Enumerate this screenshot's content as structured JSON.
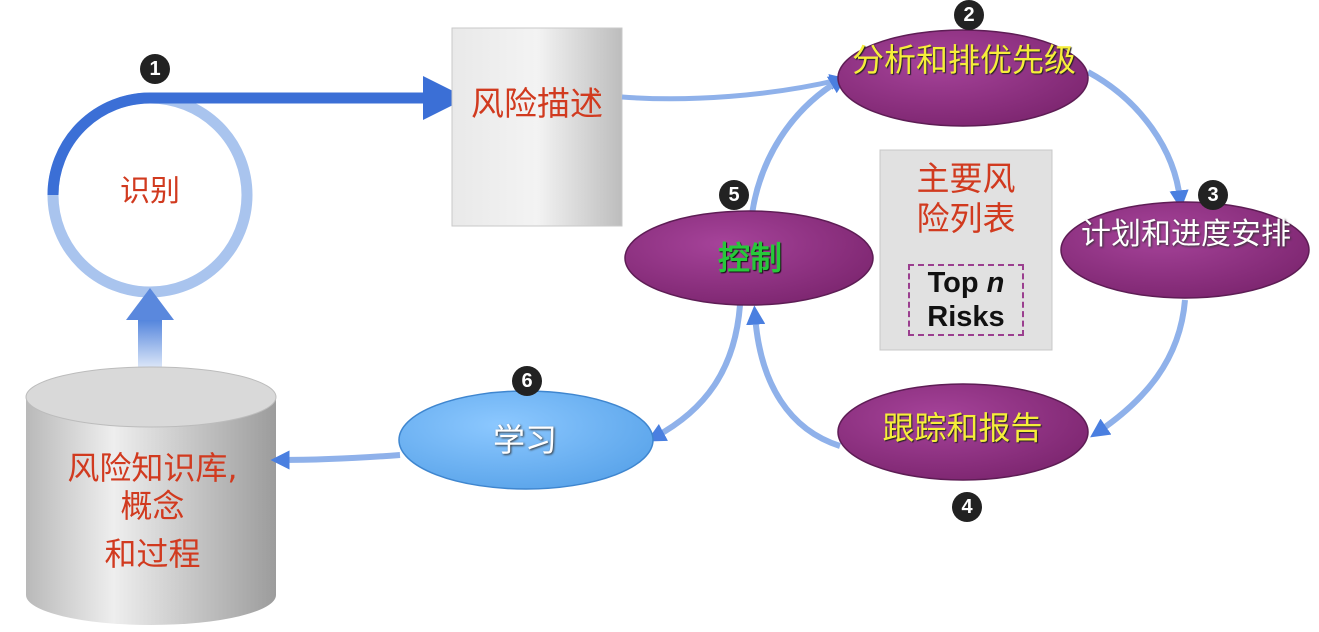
{
  "steps": {
    "identify": "识别",
    "describe": "风险描述",
    "analyze": "分析和排优先级",
    "plan": "计划和进度安排",
    "track": "跟踪和报告",
    "control": "控制",
    "learn": "学习",
    "knowledge_base": {
      "line1": "风险知识库,",
      "line2": "概念",
      "line3": "和过程"
    }
  },
  "top_list": {
    "title_line1": "主要风",
    "title_line2": "险列表",
    "topn_word1": "Top",
    "topn_n": "n",
    "topn_word2": "Risks"
  },
  "numbers": [
    "1",
    "2",
    "3",
    "4",
    "5",
    "6"
  ],
  "colors": {
    "ellipse_purple": "#8b2f7d",
    "learn_blue": "#66b2f5",
    "arrow_blue": "#3b6fd6",
    "label_red": "#d13a1f",
    "label_yellow": "#f6ee3a"
  }
}
